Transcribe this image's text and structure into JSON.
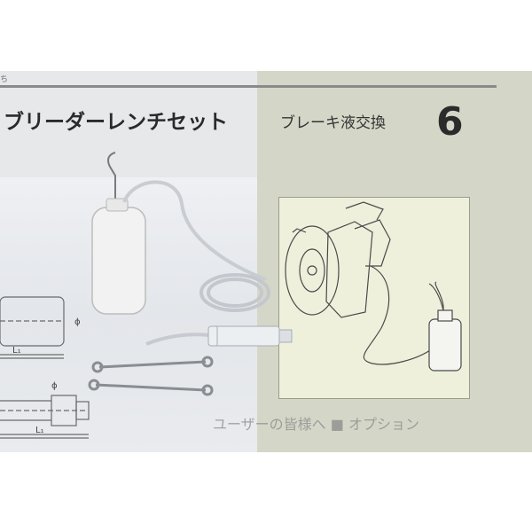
{
  "header": {
    "corner_mark": "ち",
    "title": "ブリーダーレンチセット",
    "section": "ブレーキ液交換",
    "page_number": "6"
  },
  "drawings": {
    "dim_label_1": "L₁",
    "dim_label_2": "L₁",
    "phi_1": "ϕ",
    "phi_2": "ϕ"
  },
  "background": {
    "faint_line_1": "ユーザーの皆様へ ■ オプション",
    "faint_line_2": ""
  }
}
